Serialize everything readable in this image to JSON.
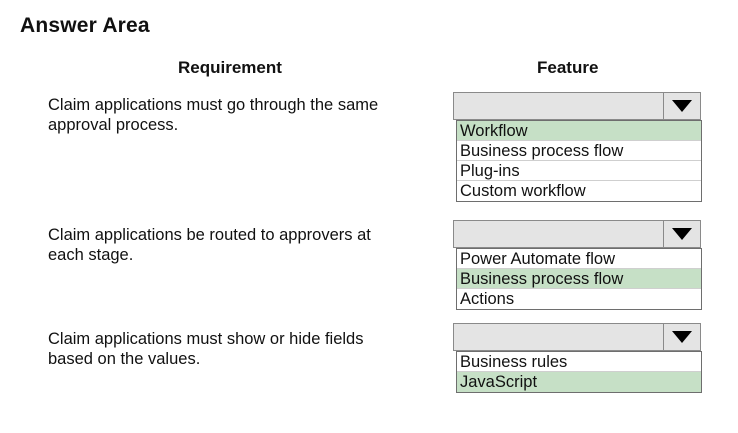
{
  "title": "Answer Area",
  "headers": {
    "requirement": "Requirement",
    "feature": "Feature"
  },
  "selected_color": "#c6e0c6",
  "rows": [
    {
      "requirement": [
        "Claim applications must go through the same",
        "approval process."
      ],
      "options": [
        "Workflow",
        "Business process flow",
        "Plug-ins",
        "Custom workflow"
      ],
      "selected": "Workflow"
    },
    {
      "requirement": [
        "Claim applications be routed to approvers at",
        "each stage."
      ],
      "options": [
        "Power Automate flow",
        "Business process flow",
        "Actions"
      ],
      "selected": "Business process flow"
    },
    {
      "requirement": [
        "Claim applications must show or hide fields",
        "based on the values."
      ],
      "options": [
        "Business rules",
        "JavaScript"
      ],
      "selected": "JavaScript"
    }
  ]
}
